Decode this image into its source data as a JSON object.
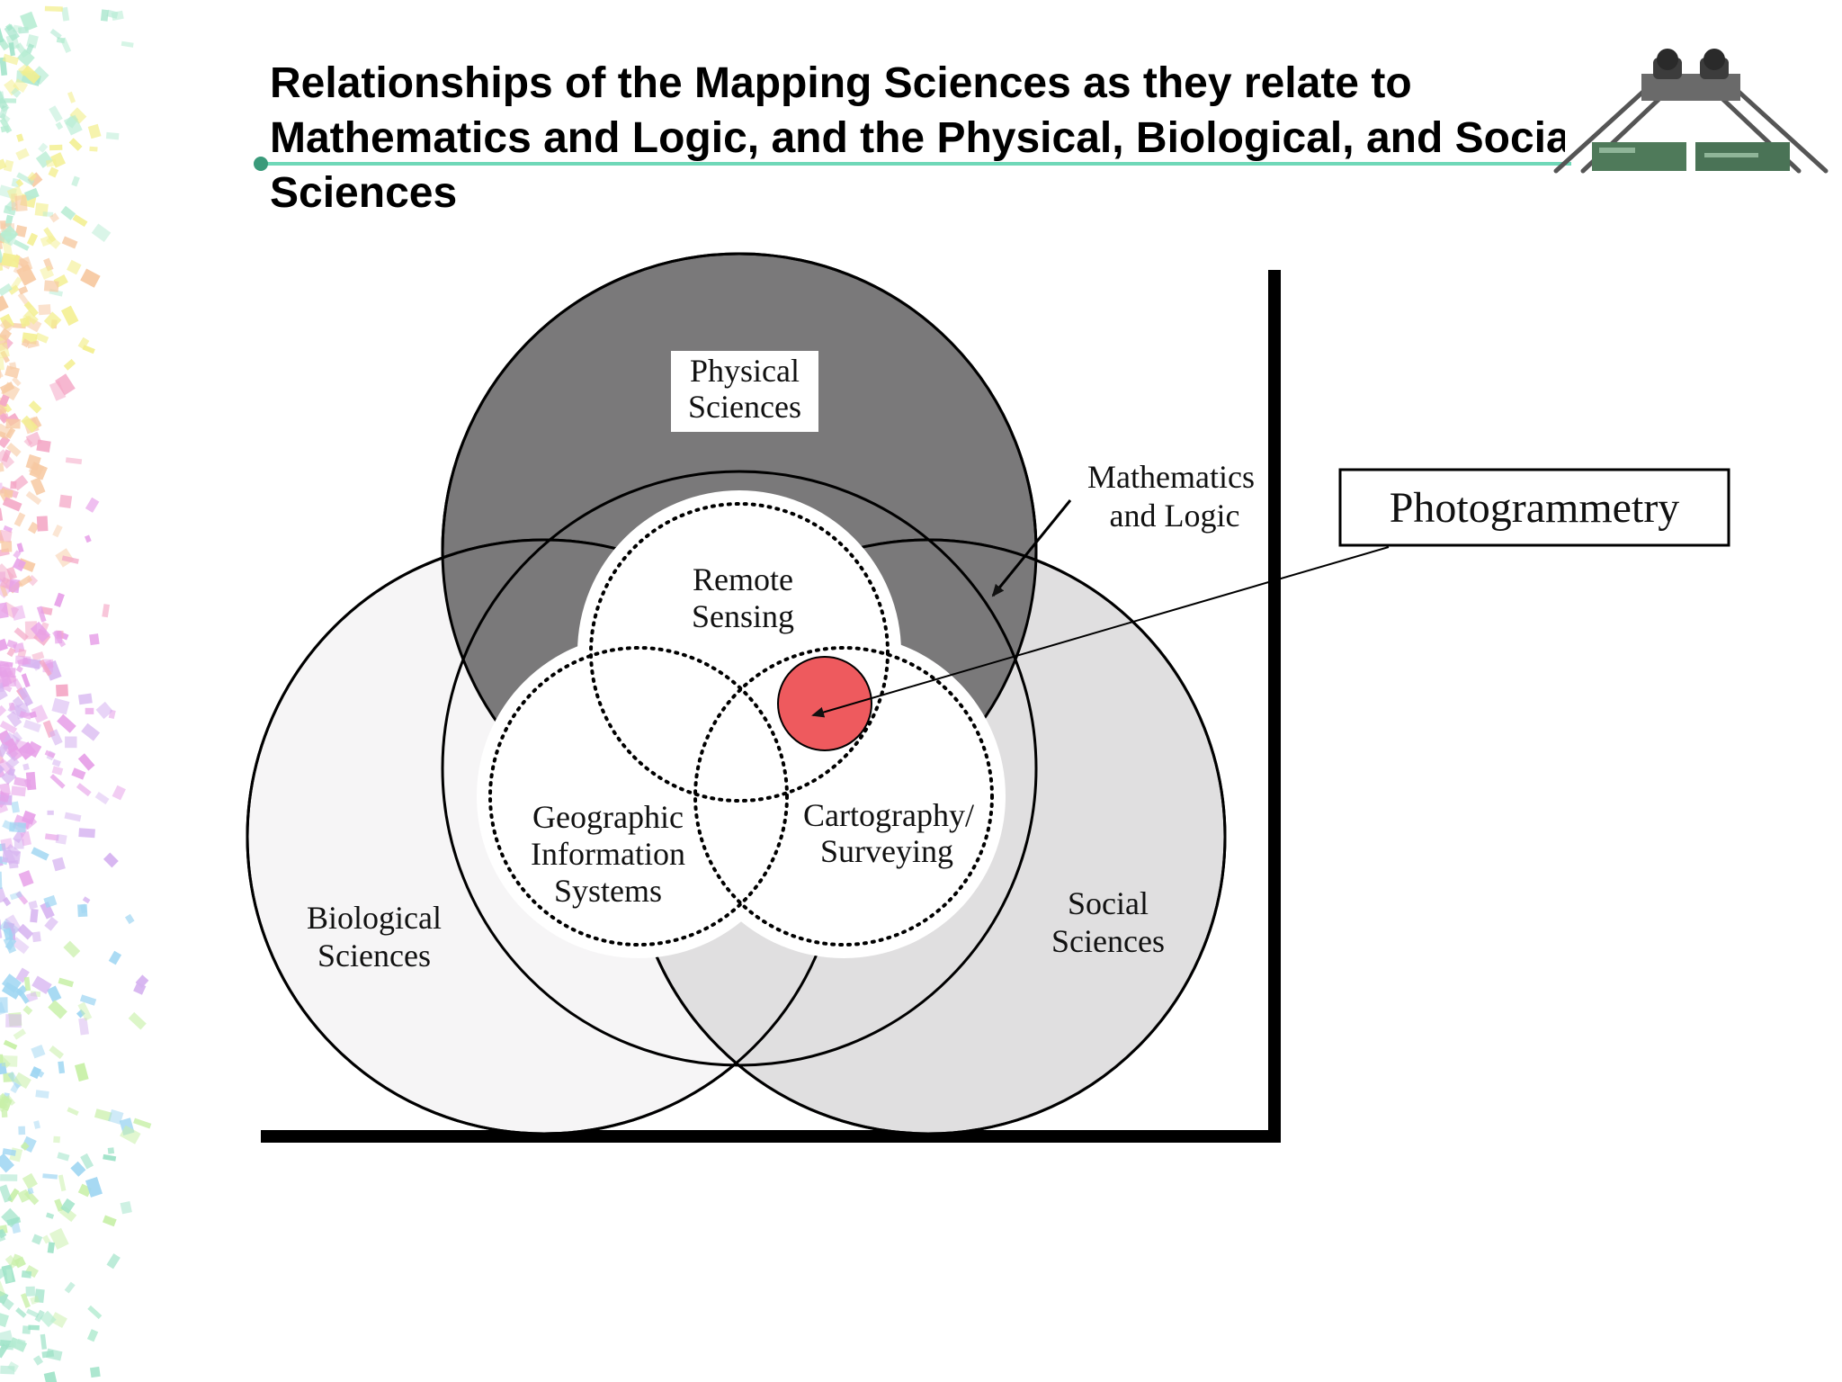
{
  "slide": {
    "title_line1": "Relationships of the Mapping Sciences as they relate to",
    "title_line2": "Mathematics and Logic, and the Physical, Biological, and Social",
    "title_line3": "Sciences"
  },
  "diagram": {
    "physical_sciences": [
      "Physical",
      "Sciences"
    ],
    "mathematics_logic": [
      "Mathematics",
      "and Logic"
    ],
    "remote_sensing": [
      "Remote",
      "Sensing"
    ],
    "gis": [
      "Geographic",
      "Information",
      "Systems"
    ],
    "cartography": [
      "Cartography/",
      "Surveying"
    ],
    "biological_sciences": [
      "Biological",
      "Sciences"
    ],
    "social_sciences": [
      "Social",
      "Sciences"
    ],
    "photogrammetry": "Photogrammetry"
  },
  "colors": {
    "physical_fill": "#7a797a",
    "social_fill": "#e0dfe0",
    "biological_fill": "#f6f5f6",
    "photogrammetry_fill": "#ee5a5e",
    "title_rule": "#6fd8b8"
  },
  "icons": {
    "logo": "stereoscope-icon"
  }
}
